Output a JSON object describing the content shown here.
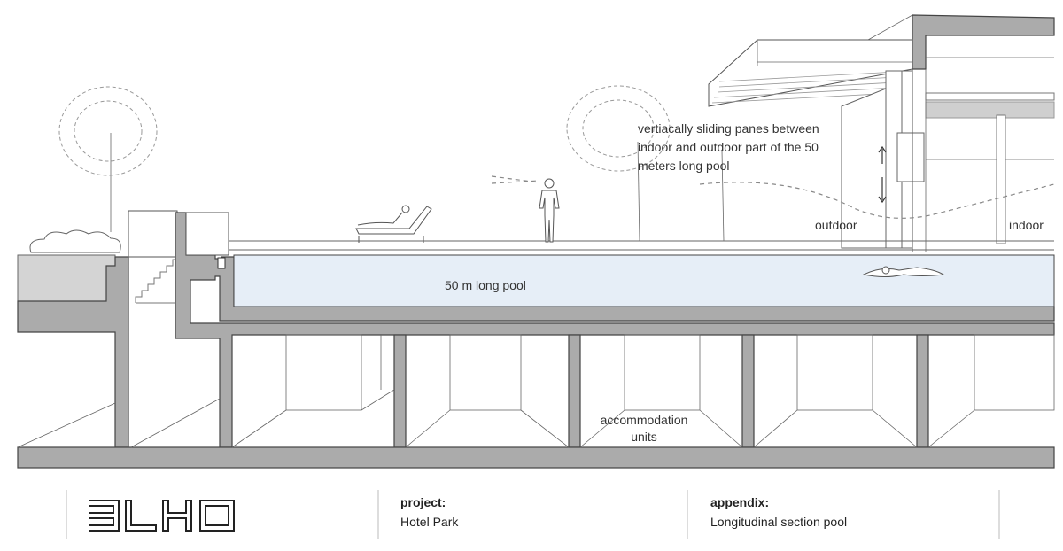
{
  "drawing": {
    "pool_label": "50 m long pool",
    "units_label_line1": "accommodation",
    "units_label_line2": "units",
    "annotation_lines": [
      "vertiacally sliding panes between",
      "indoor and outdoor part of the 50",
      "meters long pool"
    ],
    "outdoor_label": "outdoor",
    "indoor_label": "indoor"
  },
  "footer": {
    "logo_text": "3LHD",
    "project_heading": "project:",
    "project_value": "Hotel Park",
    "appendix_heading": "appendix:",
    "appendix_value": "Longitudinal section pool"
  },
  "colors": {
    "concrete": "#ababab",
    "water": "#e6eef7",
    "soil_light": "#d4d4d4"
  }
}
